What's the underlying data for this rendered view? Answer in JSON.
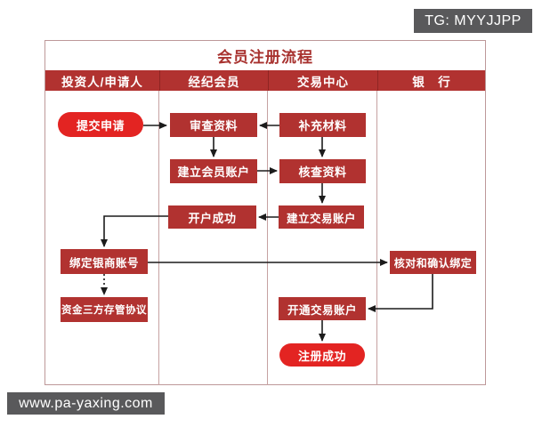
{
  "watermarks": {
    "tg": "TG: MYYJJPP",
    "site": "www.pa-yaxing.com"
  },
  "flowchart": {
    "title": "会员注册流程",
    "columns": [
      "投资人/申请人",
      "经纪会员",
      "交易中心",
      "银　行"
    ],
    "nodes": {
      "submit": {
        "label": "提交申请",
        "shape": "pill"
      },
      "review": {
        "label": "审查资料",
        "shape": "rect"
      },
      "supplement": {
        "label": "补充材料",
        "shape": "rect"
      },
      "create_member": {
        "label": "建立会员账户",
        "shape": "rect"
      },
      "verify": {
        "label": "核查资料",
        "shape": "rect"
      },
      "open_success": {
        "label": "开户成功",
        "shape": "rect"
      },
      "create_trade": {
        "label": "建立交易账户",
        "shape": "rect"
      },
      "bind_bank": {
        "label": "绑定银商账号",
        "shape": "rect"
      },
      "confirm_bind": {
        "label": "核对和确认绑定",
        "shape": "rect"
      },
      "custody": {
        "label": "资金三方存管协议",
        "shape": "rect"
      },
      "open_trade": {
        "label": "开通交易账户",
        "shape": "rect"
      },
      "registered": {
        "label": "注册成功",
        "shape": "pill"
      }
    },
    "edges": [
      "提交申请→审查资料",
      "补充材料→审查资料",
      "审查资料→建立会员账户",
      "建立会员账户→核查资料",
      "补充材料→核查资料",
      "核查资料→建立交易账户",
      "建立交易账户→开户成功",
      "开户成功→绑定银商账号",
      "绑定银商账号→核对和确认绑定",
      "绑定银商账号⇢资金三方存管协议 (dotted)",
      "核对和确认绑定→开通交易账户",
      "开通交易账户→注册成功"
    ]
  },
  "colors": {
    "accent_bright": "#e32422",
    "accent_dark": "#b13230",
    "table_border": "#bd9899",
    "badge_bg": "#59595b",
    "arrow": "#1c1c1c"
  }
}
